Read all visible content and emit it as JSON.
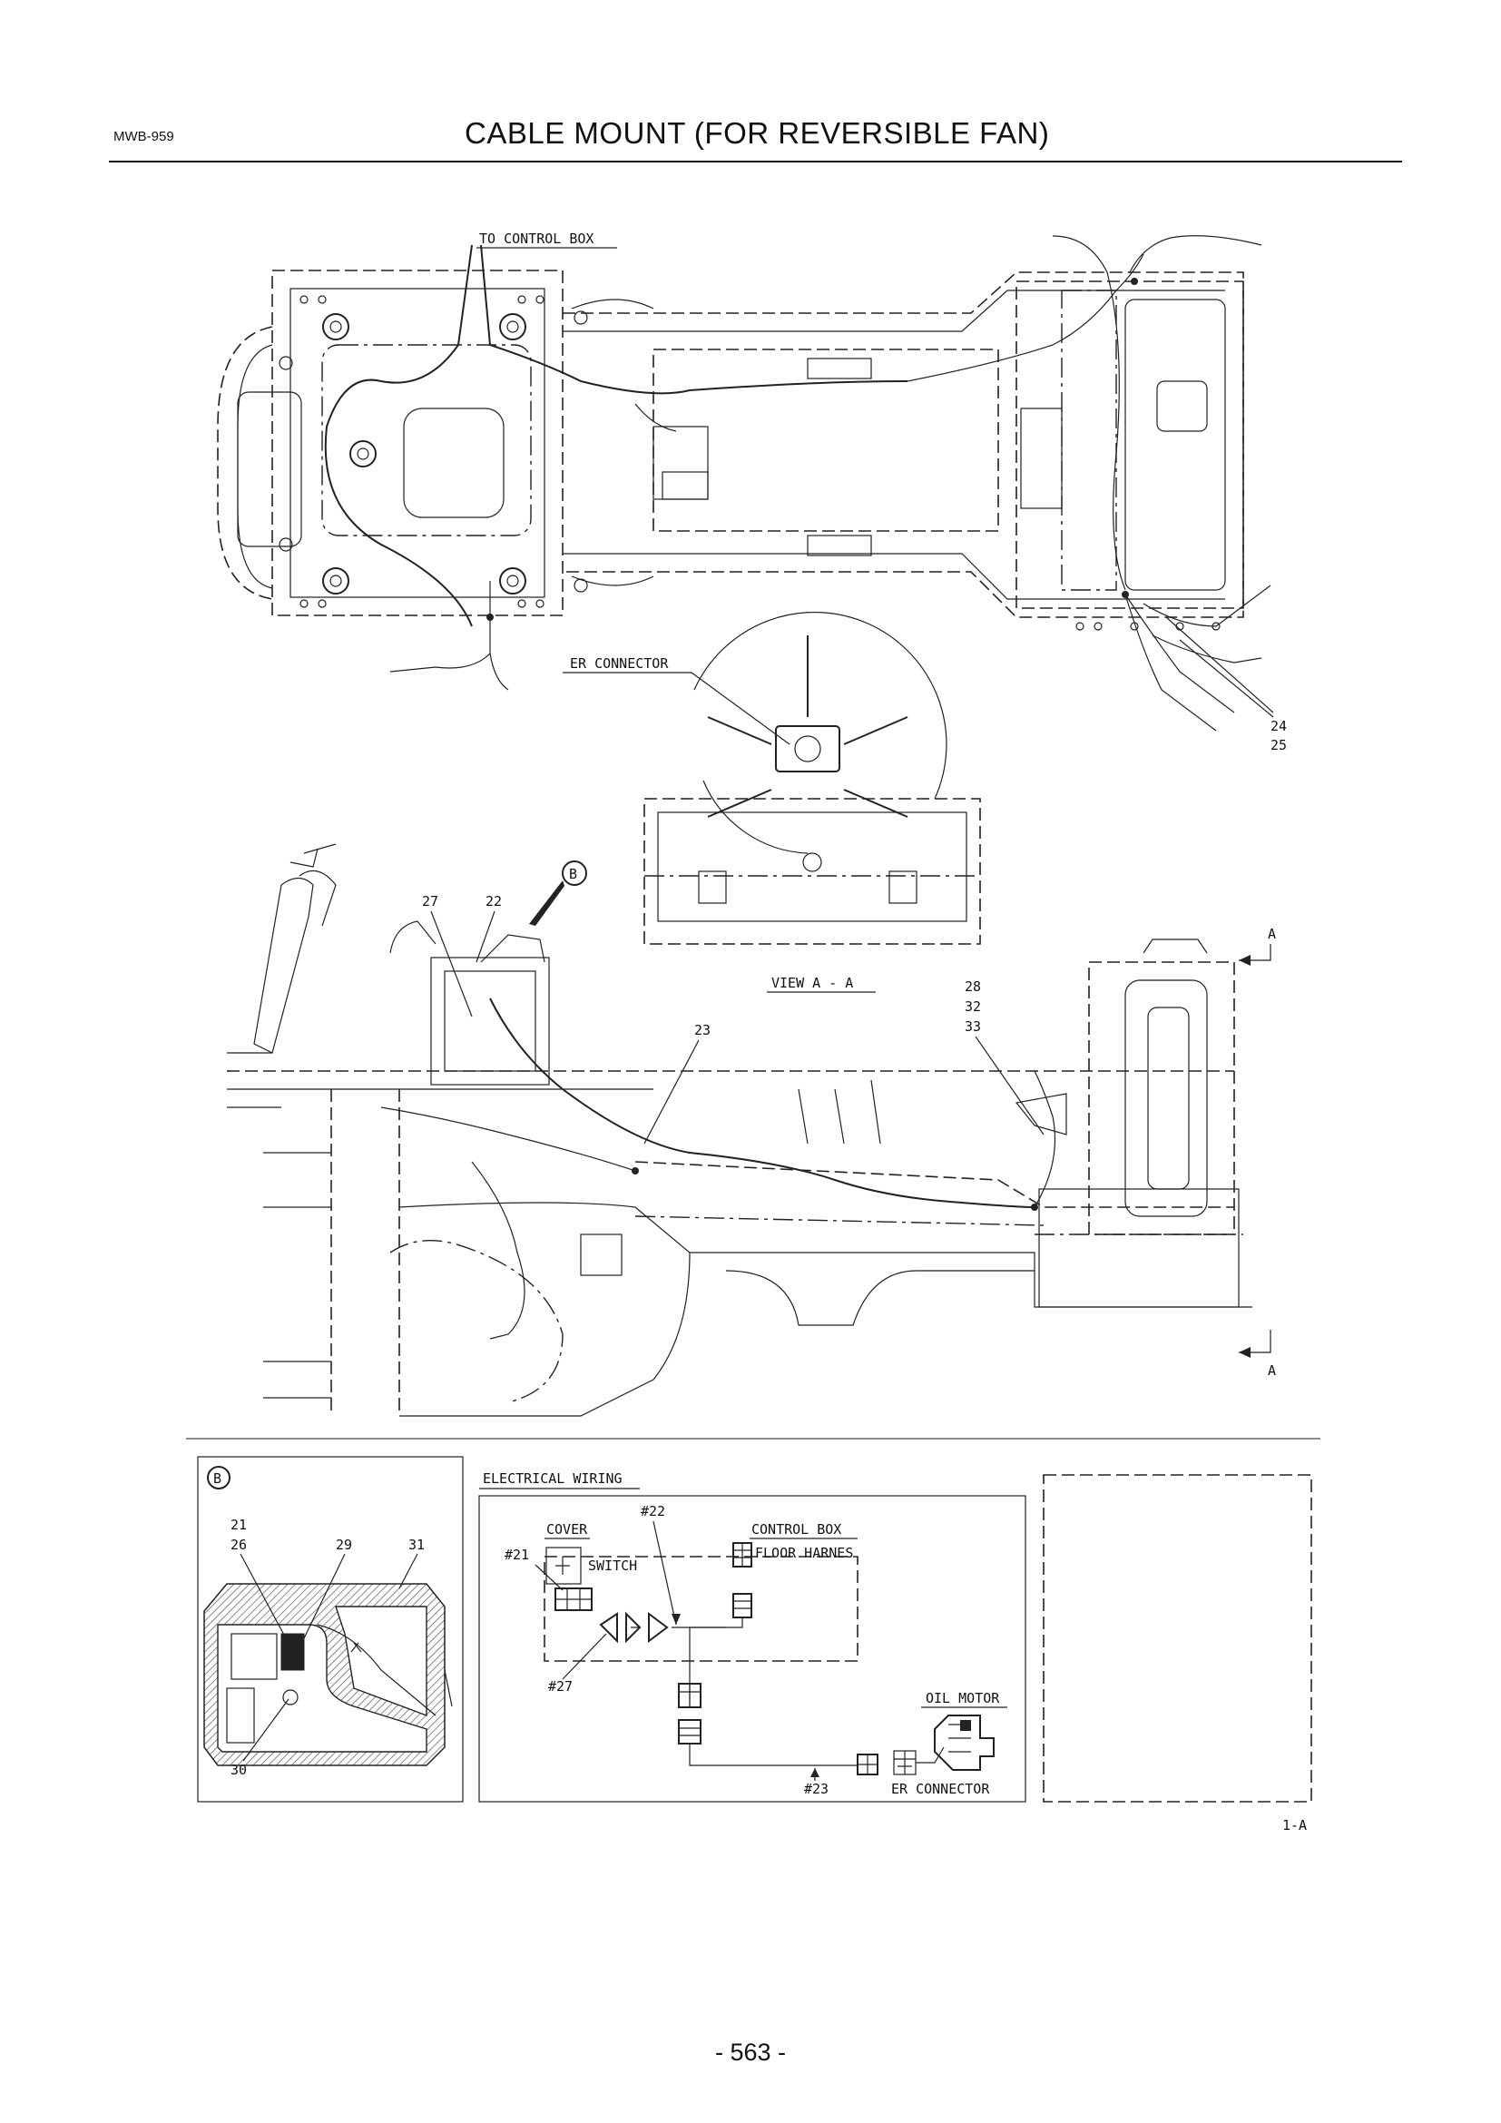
{
  "header": {
    "code": "MWB-959",
    "title": "CABLE MOUNT (FOR REVERSIBLE FAN)"
  },
  "page_number": "- 563 -",
  "top_view": {
    "to_control_box": "TO CONTROL BOX",
    "callouts": [
      "24",
      "25"
    ]
  },
  "view_aa": {
    "er_connector": "ER CONNECTOR",
    "title": "VIEW A - A"
  },
  "side_view": {
    "detail_marker": "B",
    "callouts_top": [
      "27",
      "22"
    ],
    "callout_23": "23",
    "callouts_right": [
      "28",
      "32",
      "33"
    ],
    "section_mark": "A"
  },
  "detail_b": {
    "marker": "B",
    "callouts": [
      "21",
      "26",
      "29",
      "31",
      "30"
    ]
  },
  "wiring": {
    "title": "ELECTRICAL WIRING",
    "cover": "COVER",
    "control_box": "CONTROL BOX",
    "floor_harness": "FLOOR HARNES",
    "switch": "SWITCH",
    "oil_motor": "OIL MOTOR",
    "er_connector": "ER CONNECTOR",
    "ref_21": "#21",
    "ref_22": "#22",
    "ref_23": "#23",
    "ref_27": "#27"
  },
  "sheet_ref": "1-A"
}
